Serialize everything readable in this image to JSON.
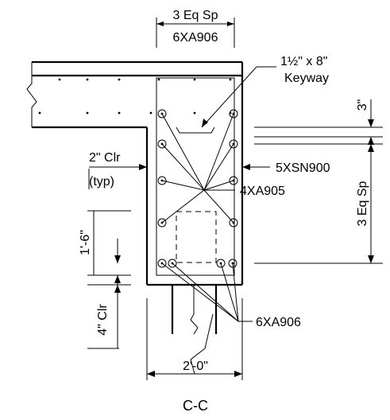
{
  "labels": {
    "spacing_top": "3 Eq Sp",
    "bars_top": "6XA906",
    "keyway_line1": "1½\" x 8\"",
    "keyway_line2": "Keyway",
    "dim_3in": "3\"",
    "stirrup": "5XSN900",
    "bars_mid": "4XA905",
    "spacing_side": "3 Eq Sp",
    "clear_2in": "2\" Clr",
    "typ": "(typ)",
    "dim_1ft6": "1'-6\"",
    "clear_4in": "4\" Clr",
    "bars_bottom": "6XA906",
    "width_2ft": "2'-0\"",
    "section": "C-C"
  }
}
